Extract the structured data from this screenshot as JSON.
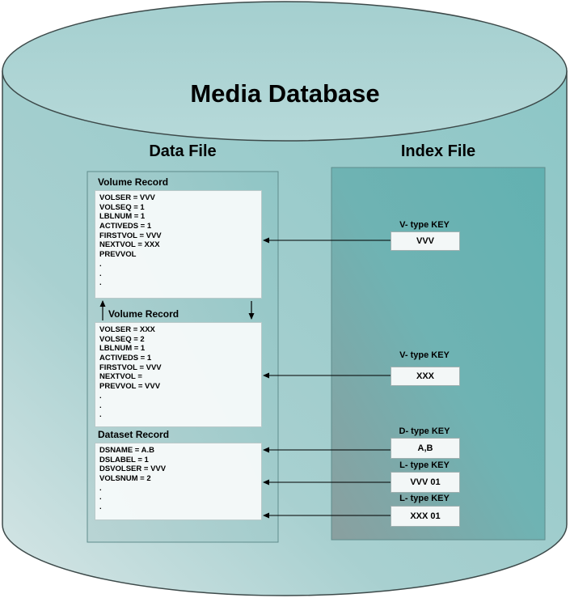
{
  "title": "Media Database",
  "data_file": {
    "heading": "Data File",
    "volume_record_1": {
      "header": "Volume Record",
      "lines": [
        "VOLSER = VVV",
        "VOLSEQ = 1",
        "LBLNUM = 1",
        "ACTIVEDS = 1",
        "FIRSTVOL = VVV",
        "NEXTVOL = XXX",
        "PREVVOL",
        ".",
        ".",
        "."
      ]
    },
    "volume_record_2": {
      "header": "Volume Record",
      "lines": [
        "VOLSER = XXX",
        "VOLSEQ = 2",
        "LBLNUM = 1",
        "ACTIVEDS = 1",
        "FIRSTVOL = VVV",
        "NEXTVOL =",
        "PREVVOL = VVV",
        ".",
        ".",
        "."
      ]
    },
    "dataset_record": {
      "header": "Dataset Record",
      "lines": [
        "DSNAME = A.B",
        "DSLABEL = 1",
        "DSVOLSER = VVV",
        "VOLSNUM = 2",
        ".",
        ".",
        "."
      ]
    }
  },
  "index_file": {
    "heading": "Index File",
    "keys": [
      {
        "label": "V- type KEY",
        "value": "VVV"
      },
      {
        "label": "V- type KEY",
        "value": "XXX"
      },
      {
        "label": "D- type KEY",
        "value": "A,B"
      },
      {
        "label": "L- type KEY",
        "value": "VVV 01"
      },
      {
        "label": "L- type KEY",
        "value": "XXX 01"
      }
    ]
  },
  "colors": {
    "cylinder_top": "#a9d2d2",
    "cylinder_body": "#8ec6c6",
    "index_panel": "#6fb3b3",
    "arrow": "#000000"
  }
}
